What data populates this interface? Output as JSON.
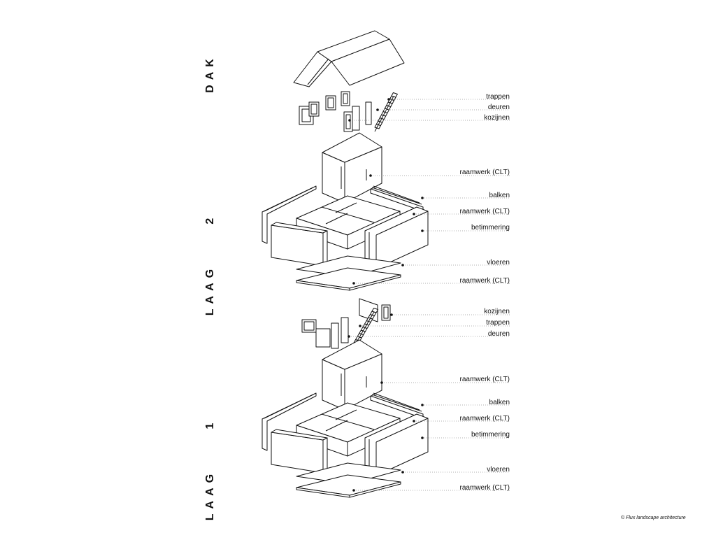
{
  "layers": [
    {
      "key": "dak",
      "title": "DAK"
    },
    {
      "key": "laag2",
      "title": "LAAG     2"
    },
    {
      "key": "laag1",
      "title": "LAAG     1"
    }
  ],
  "labels": [
    "trappen",
    "deuren",
    "kozijnen",
    "raamwerk (CLT)",
    "balken",
    "raamwerk (CLT)",
    "betimmering",
    "vloeren",
    "raamwerk (CLT)",
    "kozijnen",
    "trappen",
    "deuren",
    "raamwerk (CLT)",
    "balken",
    "raamwerk (CLT)",
    "betimmering",
    "vloeren",
    "raamwerk (CLT)"
  ],
  "credit": "© Flux landscape architecture",
  "icons": [
    "roof",
    "stairs-icon",
    "door-icon",
    "window-frame-icon",
    "clt-panel",
    "floor-plate"
  ]
}
